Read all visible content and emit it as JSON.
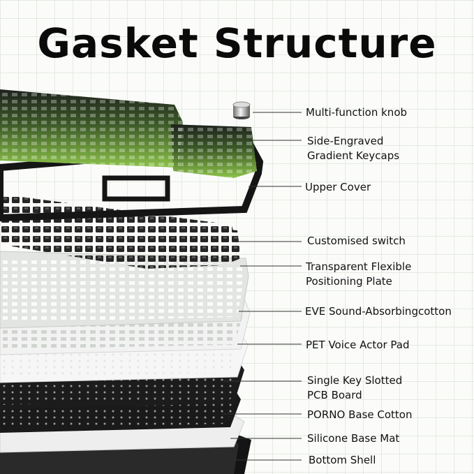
{
  "title": "Gasket Structure",
  "labels": [
    {
      "line1": "Multi-function knob",
      "line2": ""
    },
    {
      "line1": "Side-Engraved",
      "line2": "Gradient Keycaps"
    },
    {
      "line1": "Upper Cover",
      "line2": ""
    },
    {
      "line1": "Customised switch",
      "line2": ""
    },
    {
      "line1": "Transparent Flexible",
      "line2": "Positioning Plate"
    },
    {
      "line1": "EVE Sound-Absorbingcotton",
      "line2": ""
    },
    {
      "line1": "PET Voice Actor Pad",
      "line2": ""
    },
    {
      "line1": "Single Key Slotted",
      "line2": "PCB Board"
    },
    {
      "line1": "PORNO Base Cotton",
      "line2": ""
    },
    {
      "line1": "Silicone Base Mat",
      "line2": ""
    },
    {
      "line1": "Bottom Shell",
      "line2": ""
    }
  ],
  "colors": {
    "keycap_dark": "#1e221c",
    "keycap_green": "#7fb342",
    "keycap_light_green": "#9fcf5c",
    "frame": "#151515",
    "switch": "#2b2b2b",
    "plate": "#e9ece8",
    "cotton": "#f3f3f3",
    "pcb": "#1c1c1c"
  },
  "icons": [
    "knob-icon"
  ]
}
